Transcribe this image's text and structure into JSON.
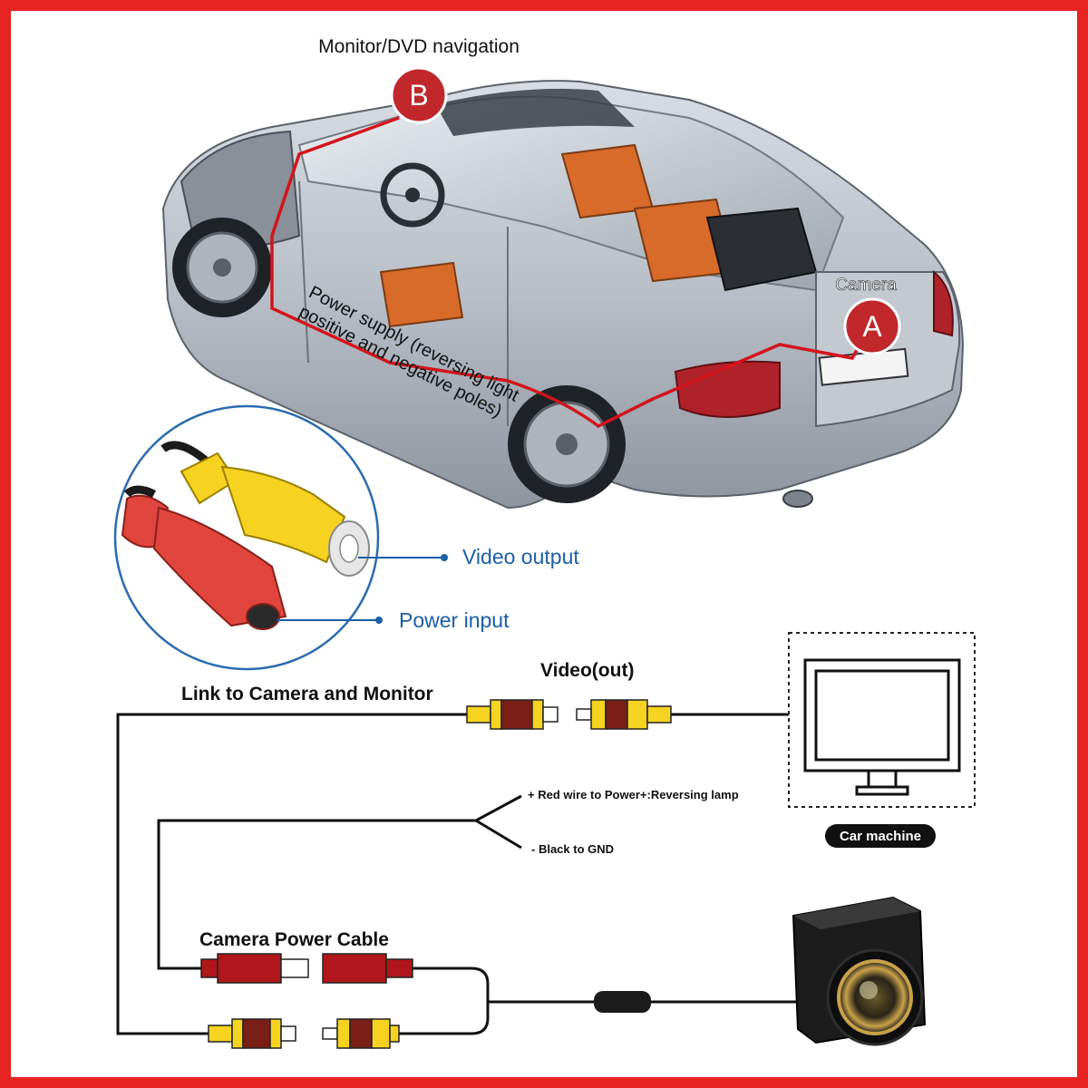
{
  "diagram": {
    "top": {
      "monitor_label": "Monitor/DVD navigation",
      "marker_b": "B",
      "marker_a": "A",
      "camera_label": "Camera",
      "power_supply_line1": "Power supply (reversing light",
      "power_supply_line2": "positive and negative poles)"
    },
    "connector_callout": {
      "video_output": "Video output",
      "power_input": "Power input"
    },
    "wiring": {
      "link_label": "Link to Camera and Monitor",
      "video_out_label": "Video(out)",
      "red_wire_label": "+ Red wire to Power+:Reversing lamp",
      "black_wire_label": "- Black to GND",
      "camera_power_label": "Camera Power Cable",
      "car_machine_label": "Car machine"
    },
    "colors": {
      "frame": "#e52421",
      "marker": "#c0282b",
      "rca_yellow": "#f5d320",
      "rca_red": "#e0463e",
      "callout_blue": "#1a5fa8",
      "camera_gold": "#c8a24a"
    }
  }
}
